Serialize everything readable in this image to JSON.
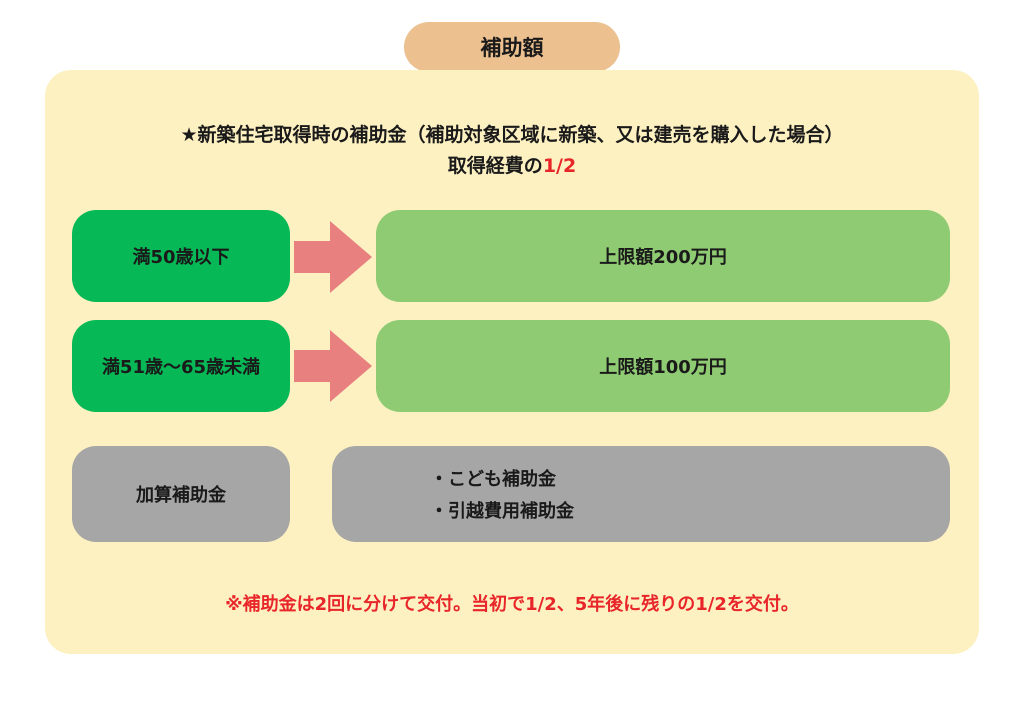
{
  "title_tab": "補助額",
  "heading": {
    "line1": "★新築住宅取得時の補助金（補助対象区域に新築、又は建売を購入した場合）",
    "line2_prefix": "取得経費の",
    "line2_value": "1/2"
  },
  "rows": [
    {
      "age": "満50歳以下",
      "limit": "上限額200万円"
    },
    {
      "age": "満51歳〜65歳未満",
      "limit": "上限額100万円"
    }
  ],
  "extra": {
    "label": "加算補助金",
    "items": [
      "・こども補助金",
      "・引越費用補助金"
    ]
  },
  "note": "※補助金は2回に分けて交付。当初で1/2、5年後に残りの1/2を交付。",
  "colors": {
    "tab": "#ecc08f",
    "panel": "#fdf1c2",
    "dark_green": "#06b956",
    "light_green": "#8fcb72",
    "arrow": "#e88080",
    "gray": "#a6a6a6",
    "accent_red": "#e8262a"
  }
}
